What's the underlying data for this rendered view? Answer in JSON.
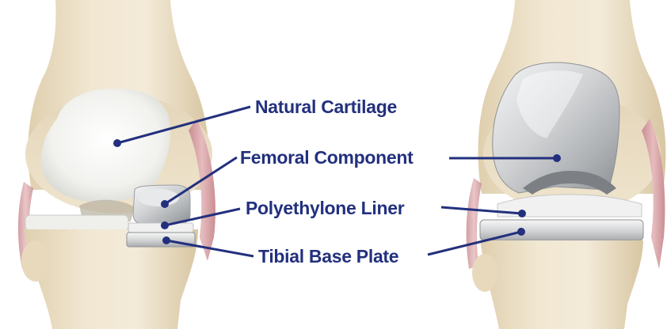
{
  "labels": {
    "natural_cartilage": "Natural Cartilage",
    "femoral_component": "Femoral Component",
    "polyethylene_liner": "Polyethylone Liner",
    "tibial_base_plate": "Tibial Base Plate"
  },
  "colors": {
    "label": "#23307e",
    "leader_line": "#23307e",
    "bone": "#e9dcc0",
    "cartilage": "#f2f2ef",
    "ligament": "#d9a5a8",
    "metal": "#c7c9cb",
    "polyethylene": "#ececec"
  }
}
